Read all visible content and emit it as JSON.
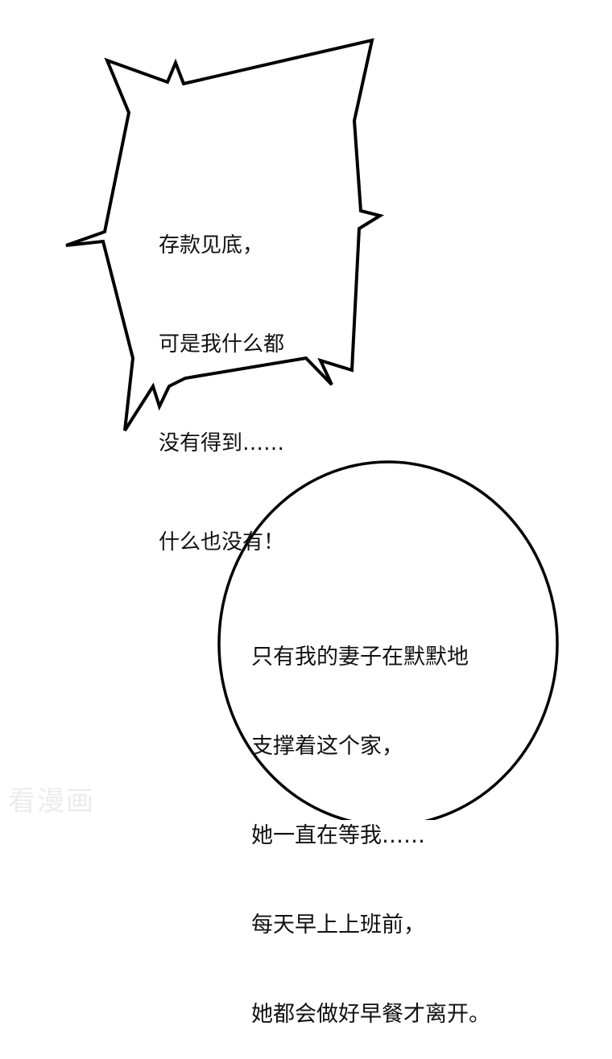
{
  "bubbles": [
    {
      "shape": "jagged",
      "lines": [
        "存款见底，",
        "可是我什么都",
        "没有得到……",
        "什么也没有！"
      ]
    },
    {
      "shape": "ellipse",
      "lines": [
        "只有我的妻子在默默地",
        "支撑着这个家，",
        "她一直在等我……",
        "每天早上上班前，",
        "她都会做好早餐才离开。"
      ]
    }
  ],
  "watermark": "看漫画",
  "colors": {
    "ink": "#111111",
    "background": "#ffffff",
    "watermark": "#ececec"
  }
}
